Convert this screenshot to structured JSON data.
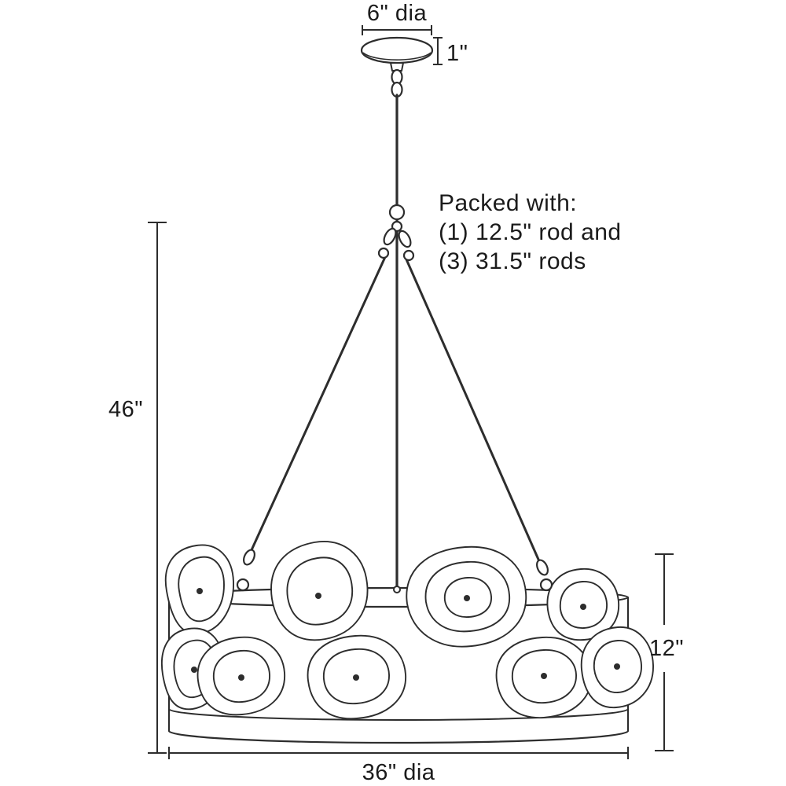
{
  "colors": {
    "line": "#2d2d2d",
    "text": "#1b1b1b",
    "background": "#ffffff"
  },
  "labels": {
    "canopy_diameter": "6\" dia",
    "canopy_height": "1\"",
    "overall_height": "46\"",
    "drum_height": "12\"",
    "drum_diameter": "36\" dia"
  },
  "notes": {
    "packed_line1": "Packed with:",
    "packed_line2": "(1) 12.5\" rod and",
    "packed_line3": "(3) 31.5\" rods"
  }
}
